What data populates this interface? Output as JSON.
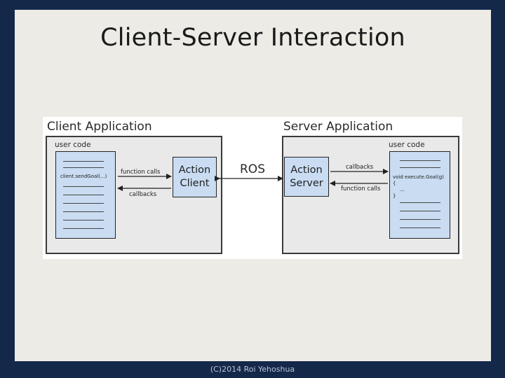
{
  "slide": {
    "title": "Client-Server Interaction",
    "footer": "(C)2014 Roi Yehoshua"
  },
  "diagram": {
    "client": {
      "title": "Client Application",
      "code_label": "user code",
      "code_call": "client.sendGoal(...)",
      "action_line1": "Action",
      "action_line2": "Client",
      "arrow_top": "function calls",
      "arrow_bottom": "callbacks"
    },
    "ros_label": "ROS",
    "server": {
      "title": "Server Application",
      "code_label": "user code",
      "code_func": "void execute.Goal(g)",
      "code_open": "{",
      "code_dots": "...",
      "code_close": "}",
      "action_line1": "Action",
      "action_line2": "Server",
      "arrow_top": "callbacks",
      "arrow_bottom": "function calls"
    }
  },
  "colors": {
    "background": "#14284a",
    "slide": "#ecebe5",
    "code_box": "#c9dcf2",
    "pane": "#e9e9e9"
  }
}
